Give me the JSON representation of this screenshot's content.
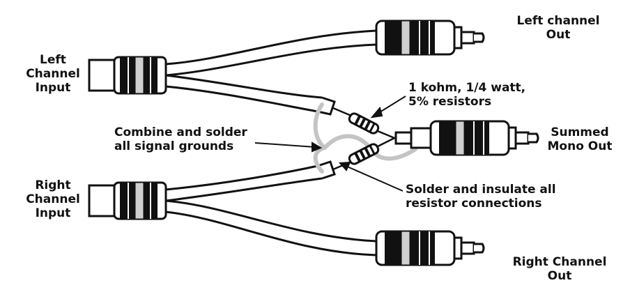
{
  "labels": {
    "left_channel_input": [
      "Left",
      "Channel",
      "Input"
    ],
    "right_channel_input": [
      "Right",
      "Channel",
      "Input"
    ],
    "left_channel_out": [
      "Left channel",
      "Out"
    ],
    "right_channel_out": [
      "Right Channel",
      "Out"
    ],
    "summed_mono_out": [
      "Summed",
      "Mono Out"
    ],
    "resistors_note": [
      "1 kohm, 1/4 watt,",
      "5% resistors"
    ],
    "grounds_note": [
      "Combine and solder",
      "all signal grounds"
    ],
    "insulate_note": [
      "Solder and insulate all",
      "resistor connections"
    ]
  },
  "colors": {
    "line": "#111111",
    "ground_wire": "#c4c4c4",
    "rca_band": "#cfcfcf",
    "background": "#ffffff"
  }
}
